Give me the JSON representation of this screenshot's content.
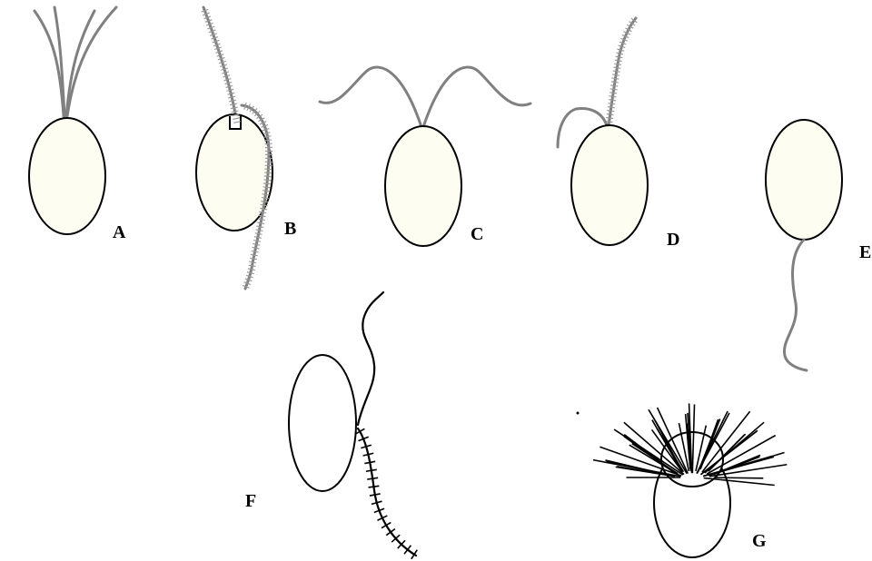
{
  "labels": {
    "a": "A",
    "b": "B",
    "c": "C",
    "d": "D",
    "e": "E",
    "f": "F",
    "g": "G"
  },
  "colors": {
    "cell_fill": "#fdfdf2",
    "outline": "#000000",
    "smooth_flagellum": "#808080",
    "hairy_flagellum": "#9a9a9a"
  }
}
